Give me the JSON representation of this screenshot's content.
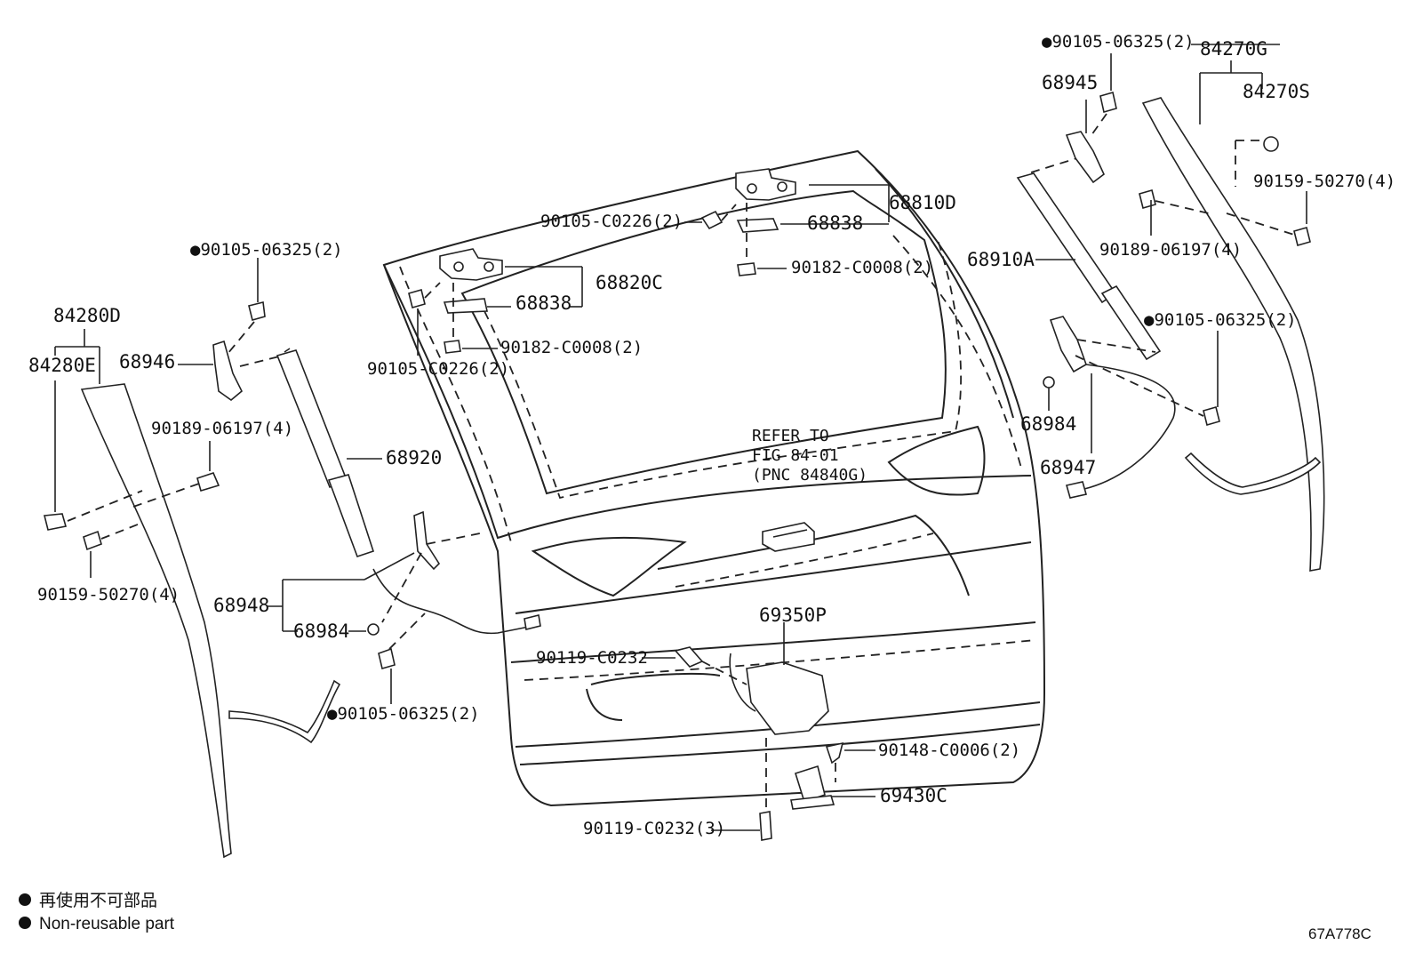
{
  "callouts": {
    "p84270G": "84270G",
    "p84270S": "84270S",
    "p90105_06325_tr": "●90105-06325(2)",
    "p68945": "68945",
    "p90159_50270_r": "90159-50270(4)",
    "p68810D": "68810D",
    "p68838_top": "68838",
    "p90105_C0226_top": "90105-C0226(2)",
    "p90182_C0008_top": "90182-C0008(2)",
    "p68820C": "68820C",
    "p68838_mid": "68838",
    "p90182_C0008_mid": "90182-C0008(2)",
    "p90105_C0226_mid": "90105-C0226(2)",
    "p90189_06197_r": "90189-06197(4)",
    "p68910A": "68910A",
    "p90105_06325_r": "●90105-06325(2)",
    "p68984_r": "68984",
    "p68947": "68947",
    "p90105_06325_l": "●90105-06325(2)",
    "p84280D": "84280D",
    "p84280E": "84280E",
    "p68946": "68946",
    "p90189_06197_l": "90189-06197(4)",
    "p68920": "68920",
    "p90159_50270_l": "90159-50270(4)",
    "p68948": "68948",
    "p68984_l": "68984",
    "p90105_06325_bl": "●90105-06325(2)",
    "p69350P": "69350P",
    "p90119_C0232": "90119-C0232",
    "p90148_C0006": "90148-C0006(2)",
    "p69430C": "69430C",
    "p90119_C0232_3": "90119-C0232(3)"
  },
  "refer_note": {
    "line1": "REFER TO",
    "line2": "FIG 84-01",
    "line3": "(PNC 84840G)"
  },
  "legend": {
    "line_jp": "再使用不可部品",
    "line_en": "Non-reusable part"
  },
  "diagram_code": "67A778C"
}
